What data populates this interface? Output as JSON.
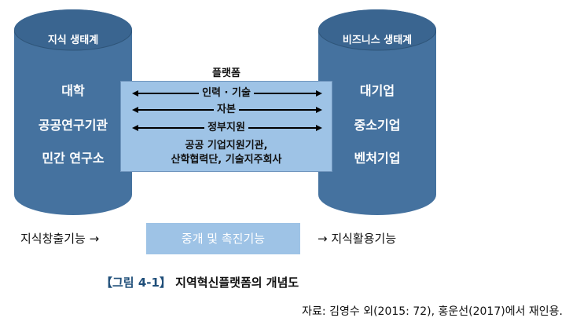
{
  "left_cylinder": {
    "title": "지식 생태계",
    "items": [
      "대학",
      "공공연구기관",
      "민간 연구소"
    ]
  },
  "right_cylinder": {
    "title": "비즈니스 생태계",
    "items": [
      "대기업",
      "중소기업",
      "벤처기업"
    ]
  },
  "platform": {
    "title": "플랫폼",
    "flows": [
      "인력 · 기술",
      "자본",
      "정부지원"
    ],
    "infra_line1": "공공 기업지원기관,",
    "infra_line2": "산학협력단, 기술지주회사"
  },
  "functions": {
    "left": "지식창출기능 →",
    "middle": "중개 및 촉진기능",
    "right": "→ 지식활용기능"
  },
  "caption": {
    "figure_no": "【그림 4-1】",
    "title": "지역혁신플랫폼의 개념도"
  },
  "source": "자료: 김영수 외(2015: 72), 홍운선(2017)에서 재인용.",
  "colors": {
    "cylinder_fill": "#45729f",
    "cylinder_top": "#3a6590",
    "platform_fill": "#9ec3e6",
    "caption_accent": "#1f4e79"
  }
}
